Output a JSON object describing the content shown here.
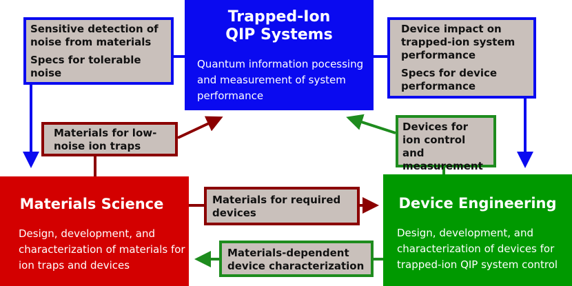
{
  "colors": {
    "qip": "#0a0af0",
    "materials": "#d30000",
    "device": "#009900",
    "note_fill": "#c9c0bb",
    "blue_connector": "#0a0af0",
    "red_connector": "#8b0000",
    "green_connector": "#1e8c1e"
  },
  "qip": {
    "title_line1": "Trapped-Ion",
    "title_line2": "QIP Systems",
    "desc": "Quantum information pocessing and measurement of system performance"
  },
  "materials": {
    "title": "Materials Science",
    "desc": "Design, development, and characterization of materials for ion traps and devices"
  },
  "device": {
    "title": "Device Engineering",
    "desc": "Design, development, and characterization of devices for trapped-ion QIP system control"
  },
  "notes": {
    "noise_detection": "Sensitive detection of noise from materials",
    "noise_specs": "Specs for tolerable noise",
    "device_impact": "Device impact on trapped-ion system performance",
    "device_specs": "Specs for device performance",
    "low_noise_traps": "Materials for low-noise ion traps",
    "ion_control_devices": "Devices for ion control and measurement",
    "required_devices": "Materials for required devices",
    "dependent_characterization": "Materials-dependent device characterization"
  }
}
